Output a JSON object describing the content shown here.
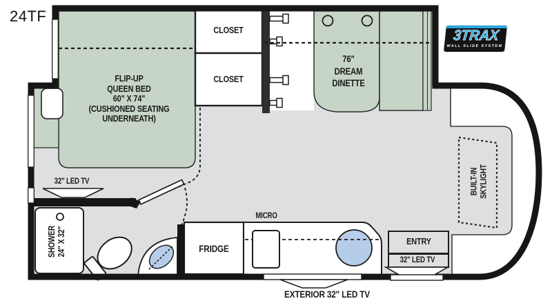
{
  "model": "24TF",
  "logo": {
    "name": "3TRAX",
    "tagline": "WALL SLIDE SYSTEM",
    "color": "#29a7dc"
  },
  "rooms": {
    "bed": {
      "label": "FLIP-UP\nQUEEN BED\n60\" X 74\"\n(CUSHIONED SEATING\nUNDERNEATH)"
    },
    "closet_top": {
      "label": "CLOSET"
    },
    "closet_bottom": {
      "label": "CLOSET"
    },
    "dinette": {
      "label": "76\"\nDREAM\nDINETTE"
    },
    "skylight": {
      "label": "BUILT-IN\nSKYLIGHT"
    },
    "shower": {
      "label": "SHOWER\n24\" X 32\""
    },
    "bedroom_tv": {
      "label": "32\" LED TV"
    },
    "fridge": {
      "label": "FRIDGE"
    },
    "micro": {
      "label": "MICRO"
    },
    "entry": {
      "label": "ENTRY"
    },
    "entry_tv": {
      "label": "32\" LED TV"
    },
    "exterior_tv": {
      "label": "EXTERIOR 32\" LED TV"
    }
  },
  "colors": {
    "slide_green": "#c6d5c6",
    "floor_gray": "#dedfe0",
    "wall_black": "#161616",
    "sink_blue": "#b5cde9",
    "logo_blue": "#29a7dc"
  }
}
